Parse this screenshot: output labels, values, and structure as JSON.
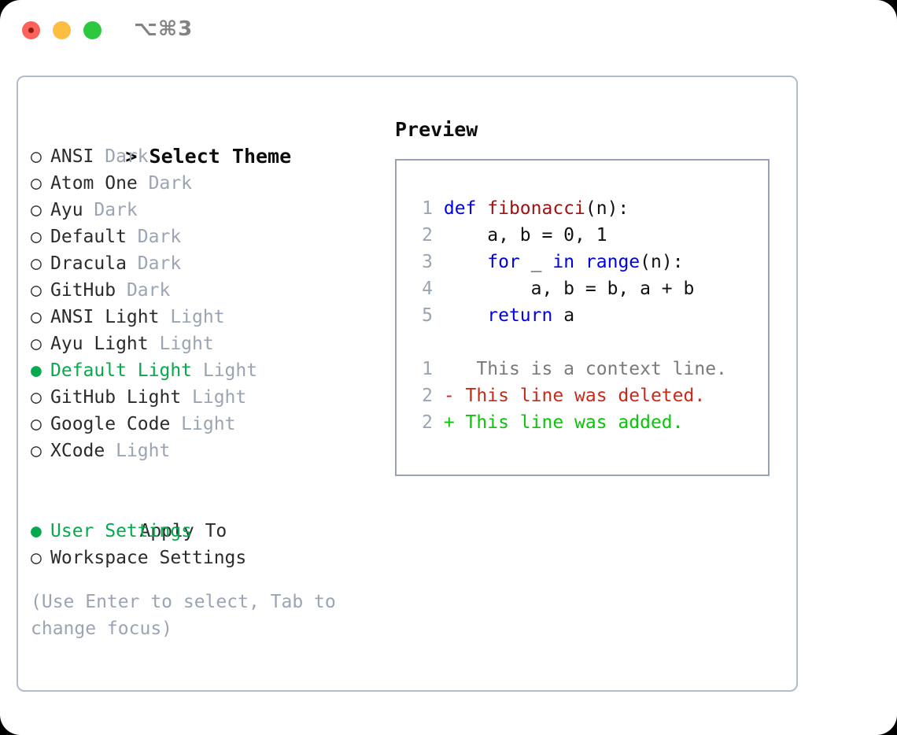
{
  "titlebar": {
    "shortcut": "⌥⌘3",
    "buttons": [
      {
        "name": "close",
        "color": "#fb625a"
      },
      {
        "name": "minimize",
        "color": "#fdbd41"
      },
      {
        "name": "maximize",
        "color": "#2bc840"
      }
    ]
  },
  "colors": {
    "selected_green": "#06a94d",
    "muted": "#9aa4b2",
    "keyword_blue": "#0000e6",
    "function_red": "#a11212",
    "diff_removed": "#c62a1c",
    "diff_added": "#0bc40b",
    "panel_border": "#b4bcc7",
    "preview_border": "#98a2b3"
  },
  "theme_section": {
    "prefix": "> ",
    "title": "Select Theme",
    "focused": true,
    "marker_unselected": "○",
    "marker_selected": "●",
    "items": [
      {
        "name": "ANSI",
        "meta": "Dark",
        "selected": false
      },
      {
        "name": "Atom One",
        "meta": "Dark",
        "selected": false
      },
      {
        "name": "Ayu",
        "meta": "Dark",
        "selected": false
      },
      {
        "name": "Default",
        "meta": "Dark",
        "selected": false
      },
      {
        "name": "Dracula",
        "meta": "Dark",
        "selected": false
      },
      {
        "name": "GitHub",
        "meta": "Dark",
        "selected": false
      },
      {
        "name": "ANSI Light",
        "meta": "Light",
        "selected": false
      },
      {
        "name": "Ayu Light",
        "meta": "Light",
        "selected": false
      },
      {
        "name": "Default Light",
        "meta": "Light",
        "selected": true
      },
      {
        "name": "GitHub Light",
        "meta": "Light",
        "selected": false
      },
      {
        "name": "Google Code",
        "meta": "Light",
        "selected": false
      },
      {
        "name": "XCode",
        "meta": "Light",
        "selected": false
      }
    ]
  },
  "apply_section": {
    "prefix": "  ",
    "title": "Apply To",
    "focused": false,
    "items": [
      {
        "name": "User Settings",
        "meta": "",
        "selected": true
      },
      {
        "name": "Workspace Settings",
        "meta": "",
        "selected": false
      }
    ]
  },
  "hint": "(Use Enter to select, Tab to change focus)",
  "preview": {
    "title": "Preview",
    "code_lines": [
      {
        "no": "1",
        "tokens": [
          {
            "t": "def ",
            "c": "kw"
          },
          {
            "t": "fibonacci",
            "c": "fn"
          },
          {
            "t": "(n):",
            "c": "plain"
          }
        ]
      },
      {
        "no": "2",
        "tokens": [
          {
            "t": "    a, b = 0, 1",
            "c": "plain"
          }
        ]
      },
      {
        "no": "3",
        "tokens": [
          {
            "t": "    ",
            "c": "plain"
          },
          {
            "t": "for",
            "c": "kw"
          },
          {
            "t": " _ ",
            "c": "plain"
          },
          {
            "t": "in",
            "c": "kw"
          },
          {
            "t": " ",
            "c": "plain"
          },
          {
            "t": "range",
            "c": "kw"
          },
          {
            "t": "(n):",
            "c": "plain"
          }
        ]
      },
      {
        "no": "4",
        "tokens": [
          {
            "t": "        a, b = b, a + b",
            "c": "plain"
          }
        ]
      },
      {
        "no": "5",
        "tokens": [
          {
            "t": "    ",
            "c": "plain"
          },
          {
            "t": "return",
            "c": "kw"
          },
          {
            "t": " a",
            "c": "plain"
          }
        ]
      }
    ],
    "diff_lines": [
      {
        "no": "1",
        "marker": " ",
        "text": "  This is a context line.",
        "kind": "ctx"
      },
      {
        "no": "2",
        "marker": "-",
        "text": " This line was deleted.",
        "kind": "del"
      },
      {
        "no": "2",
        "marker": "+",
        "text": " This line was added.",
        "kind": "add"
      }
    ]
  }
}
